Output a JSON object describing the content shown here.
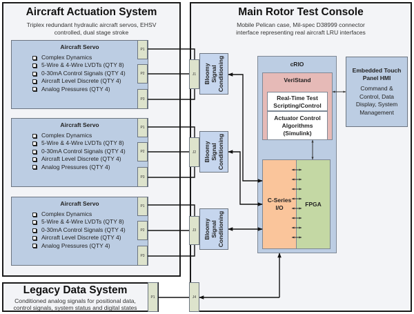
{
  "actuation_system": {
    "title": "Aircraft Actuation System",
    "subtitle_line1": "Triplex redundant hydraulic aircraft servos, EHSV",
    "subtitle_line2": "controlled, dual stage stroke",
    "servos": [
      {
        "title": "Aircraft Servo",
        "items": [
          "Complex Dynamics",
          "5-Wire & 4-Wire LVDTs (QTY 8)",
          "0-30mA Control Signals (QTY 4)",
          "Aircraft Level Discrete (QTY 4)",
          "Analog Pressures (QTY 4)"
        ],
        "ports": [
          "P1",
          "P2",
          "P3"
        ]
      },
      {
        "title": "Aircraft Servo",
        "items": [
          "Complex Dynamics",
          "5-Wire & 4-Wire LVDTs (QTY 8)",
          "0-30mA Control Signals (QTY 4)",
          "Aircraft Level Discrete (QTY 4)",
          "Analog Pressures (QTY 4)"
        ],
        "ports": [
          "P1",
          "P2",
          "P3"
        ]
      },
      {
        "title": "Aircraft Servo",
        "items": [
          "Complex Dynamics",
          "5-Wire & 4-Wire LVDTs (QTY 8)",
          "0-30mA Control Signals (QTY 4)",
          "Aircraft Level Discrete (QTY 4)",
          "Analog Pressures (QTY 4)"
        ],
        "ports": [
          "P1",
          "P2",
          "P3"
        ]
      }
    ]
  },
  "legacy_system": {
    "title": "Legacy Data System",
    "subtitle_line1": "Conditioned analog signals for positional data,",
    "subtitle_line2": "control signals, system status and digital states",
    "port": "P1"
  },
  "console": {
    "title": "Main Rotor Test Console",
    "subtitle_line1": "Mobile Pelican case, Mil-spec D38999 connector",
    "subtitle_line2": "interface representing real aircraft LRU interfaces",
    "connectors": [
      "J1",
      "J2",
      "J3",
      "J4"
    ],
    "signal_conditioning": [
      "Bloomy\nSignal\nConditioning",
      "Bloomy\nSignal\nConditioning",
      "Bloomy\nSignal\nConditioning"
    ],
    "crio": {
      "title": "cRIO",
      "veristand": {
        "title": "VeriStand",
        "rt_scripting": "Real-Time Test Scripting/Control",
        "algorithms_line1": "Actuator Control",
        "algorithms_line2": "Algorithms",
        "algorithms_line3": "(Simulink)"
      },
      "cseries_line1": "C-Series",
      "cseries_line2": "I/O",
      "fpga": "FPGA"
    },
    "hmi": {
      "title_line1": "Embedded Touch",
      "title_line2": "Panel HMI",
      "desc_line1": "Command &",
      "desc_line2": "Control, Data",
      "desc_line3": "Display, System",
      "desc_line4": "Management"
    }
  },
  "colors": {
    "servo_fill": "#bccde3",
    "connector_fill": "#dde3cc",
    "veristand_fill": "#e6bab7",
    "cseries_fill": "#fac59b",
    "fpga_fill": "#c4d8a4",
    "panel_bg": "#f3f4f7"
  }
}
